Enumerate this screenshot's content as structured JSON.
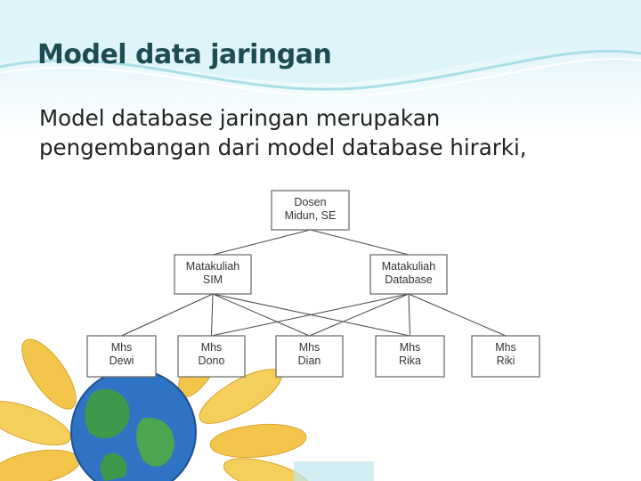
{
  "slide": {
    "title": "Model data jaringan",
    "body": "Model database jaringan merupakan pengembangan dari model database hirarki,"
  },
  "diagram": {
    "nodes": [
      {
        "id": "dosen",
        "lines": [
          "Dosen",
          "Midun, SE"
        ]
      },
      {
        "id": "mk-sim",
        "lines": [
          "Matakuliah",
          "SIM"
        ]
      },
      {
        "id": "mk-database",
        "lines": [
          "Matakuliah",
          "Database"
        ]
      },
      {
        "id": "mhs-dewi",
        "lines": [
          "Mhs",
          "Dewi"
        ]
      },
      {
        "id": "mhs-dono",
        "lines": [
          "Mhs",
          "Dono"
        ]
      },
      {
        "id": "mhs-dian",
        "lines": [
          "Mhs",
          "Dian"
        ]
      },
      {
        "id": "mhs-rika",
        "lines": [
          "Mhs",
          "Rika"
        ]
      },
      {
        "id": "mhs-riki",
        "lines": [
          "Mhs",
          "Riki"
        ]
      }
    ],
    "edges": [
      [
        "dosen",
        "mk-sim"
      ],
      [
        "dosen",
        "mk-database"
      ],
      [
        "mk-sim",
        "mhs-dewi"
      ],
      [
        "mk-sim",
        "mhs-dono"
      ],
      [
        "mk-sim",
        "mhs-dian"
      ],
      [
        "mk-sim",
        "mhs-rika"
      ],
      [
        "mk-database",
        "mhs-dono"
      ],
      [
        "mk-database",
        "mhs-dian"
      ],
      [
        "mk-database",
        "mhs-rika"
      ],
      [
        "mk-database",
        "mhs-riki"
      ]
    ]
  },
  "colors": {
    "title": "#1d4c52",
    "background_top": "#cfeef7",
    "wave": "#a9dfe9",
    "petal": "#f3c64b",
    "globe": "#2f74c4"
  }
}
